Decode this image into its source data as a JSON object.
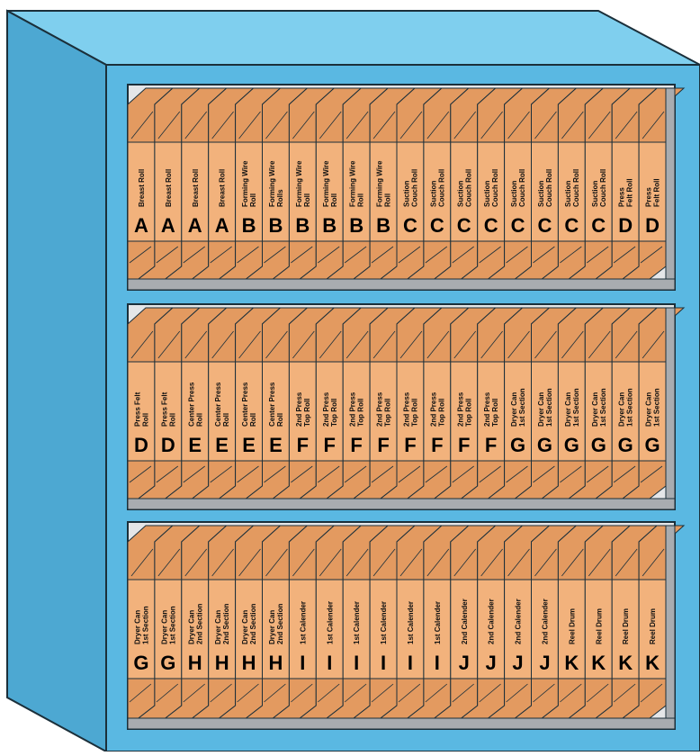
{
  "colors": {
    "cabinet": "#5ab8e2",
    "cabinet_side": "#4da8d2",
    "cabinet_top": "#7fcfee",
    "outline": "#1b2f3a",
    "shelf_back": "#e4e6e8",
    "shelf_floor": "#a8acb0",
    "binder": "#f2b27c",
    "binder_dark": "#e39a60",
    "text": "#000000"
  },
  "shelves": [
    {
      "name": "top-shelf",
      "binders": [
        {
          "label": [
            "Breast Roll"
          ],
          "letter": "A"
        },
        {
          "label": [
            "Breast Roll"
          ],
          "letter": "A"
        },
        {
          "label": [
            "Breast Roll"
          ],
          "letter": "A"
        },
        {
          "label": [
            "Breast Roll"
          ],
          "letter": "A"
        },
        {
          "label": [
            "Forming Wire",
            "Roll"
          ],
          "letter": "B"
        },
        {
          "label": [
            "Forming Wire",
            "Rolls"
          ],
          "letter": "B"
        },
        {
          "label": [
            "Forming Wire",
            "Roll"
          ],
          "letter": "B"
        },
        {
          "label": [
            "Forming Wire",
            "Roll"
          ],
          "letter": "B"
        },
        {
          "label": [
            "Forming Wire",
            "Roll"
          ],
          "letter": "B"
        },
        {
          "label": [
            "Forming Wire",
            "Roll"
          ],
          "letter": "B"
        },
        {
          "label": [
            "Suction",
            "Couch Roll"
          ],
          "letter": "C"
        },
        {
          "label": [
            "Suction",
            "Couch Roll"
          ],
          "letter": "C"
        },
        {
          "label": [
            "Suction",
            "Couch Roll"
          ],
          "letter": "C"
        },
        {
          "label": [
            "Suction",
            "Couch Roll"
          ],
          "letter": "C"
        },
        {
          "label": [
            "Suction",
            "Couch Roll"
          ],
          "letter": "C"
        },
        {
          "label": [
            "Suction",
            "Couch Roll"
          ],
          "letter": "C"
        },
        {
          "label": [
            "Suction",
            "Couch Roll"
          ],
          "letter": "C"
        },
        {
          "label": [
            "Suction",
            "Couch Roll"
          ],
          "letter": "C"
        },
        {
          "label": [
            "Press",
            "Felt Roll"
          ],
          "letter": "D"
        },
        {
          "label": [
            "Press",
            "Felt Roll"
          ],
          "letter": "D"
        }
      ]
    },
    {
      "name": "middle-shelf",
      "binders": [
        {
          "label": [
            "Press Felt",
            "Roll"
          ],
          "letter": "D"
        },
        {
          "label": [
            "Press Felt",
            "Roll"
          ],
          "letter": "D"
        },
        {
          "label": [
            "Center Press",
            "Roll"
          ],
          "letter": "E"
        },
        {
          "label": [
            "Center Press",
            "Roll"
          ],
          "letter": "E"
        },
        {
          "label": [
            "Center Press",
            "Roll"
          ],
          "letter": "E"
        },
        {
          "label": [
            "Center Press",
            "Roll"
          ],
          "letter": "E"
        },
        {
          "label": [
            "2nd Press",
            "Top Roll"
          ],
          "letter": "F"
        },
        {
          "label": [
            "2nd Press",
            "Top Roll"
          ],
          "letter": "F"
        },
        {
          "label": [
            "2nd Press",
            "Top Roll"
          ],
          "letter": "F"
        },
        {
          "label": [
            "2nd Press",
            "Top Roll"
          ],
          "letter": "F"
        },
        {
          "label": [
            "2nd Press",
            "Top Roll"
          ],
          "letter": "F"
        },
        {
          "label": [
            "2nd Press",
            "Top Roll"
          ],
          "letter": "F"
        },
        {
          "label": [
            "2nd Press",
            "Top Roll"
          ],
          "letter": "F"
        },
        {
          "label": [
            "2nd Press",
            "Top Roll"
          ],
          "letter": "F"
        },
        {
          "label": [
            "Dryer Can",
            "1st Section"
          ],
          "letter": "G"
        },
        {
          "label": [
            "Dryer Can",
            "1st Section"
          ],
          "letter": "G"
        },
        {
          "label": [
            "Dryer Can",
            "1st Section"
          ],
          "letter": "G"
        },
        {
          "label": [
            "Dryer Can",
            "1st Section"
          ],
          "letter": "G"
        },
        {
          "label": [
            "Dryer Can",
            "1st Section"
          ],
          "letter": "G"
        },
        {
          "label": [
            "Dryer Can",
            "1st Section"
          ],
          "letter": "G"
        }
      ]
    },
    {
      "name": "bottom-shelf",
      "binders": [
        {
          "label": [
            "Dryer Can",
            "1st Section"
          ],
          "letter": "G"
        },
        {
          "label": [
            "Dryer Can",
            "1st Section"
          ],
          "letter": "G"
        },
        {
          "label": [
            "Dryer Can",
            "2nd Section"
          ],
          "letter": "H"
        },
        {
          "label": [
            "Dryer Can",
            "2nd Section"
          ],
          "letter": "H"
        },
        {
          "label": [
            "Dryer Can",
            "2nd Section"
          ],
          "letter": "H"
        },
        {
          "label": [
            "Dryer Can",
            "2nd Section"
          ],
          "letter": "H"
        },
        {
          "label": [
            "1st Calender"
          ],
          "letter": "I"
        },
        {
          "label": [
            "1st Calender"
          ],
          "letter": "I"
        },
        {
          "label": [
            "1st Calender"
          ],
          "letter": "I"
        },
        {
          "label": [
            "1st Calender"
          ],
          "letter": "I"
        },
        {
          "label": [
            "1st Calender"
          ],
          "letter": "I"
        },
        {
          "label": [
            "1st Calender"
          ],
          "letter": "I"
        },
        {
          "label": [
            "2nd Calender"
          ],
          "letter": "J"
        },
        {
          "label": [
            "2nd Calender"
          ],
          "letter": "J"
        },
        {
          "label": [
            "2nd Calender"
          ],
          "letter": "J"
        },
        {
          "label": [
            "2nd Calender"
          ],
          "letter": "J"
        },
        {
          "label": [
            "Reel Drum"
          ],
          "letter": "K"
        },
        {
          "label": [
            "Reel Drum"
          ],
          "letter": "K"
        },
        {
          "label": [
            "Reel Drum"
          ],
          "letter": "K"
        },
        {
          "label": [
            "Reel Drum"
          ],
          "letter": "K"
        }
      ]
    }
  ]
}
